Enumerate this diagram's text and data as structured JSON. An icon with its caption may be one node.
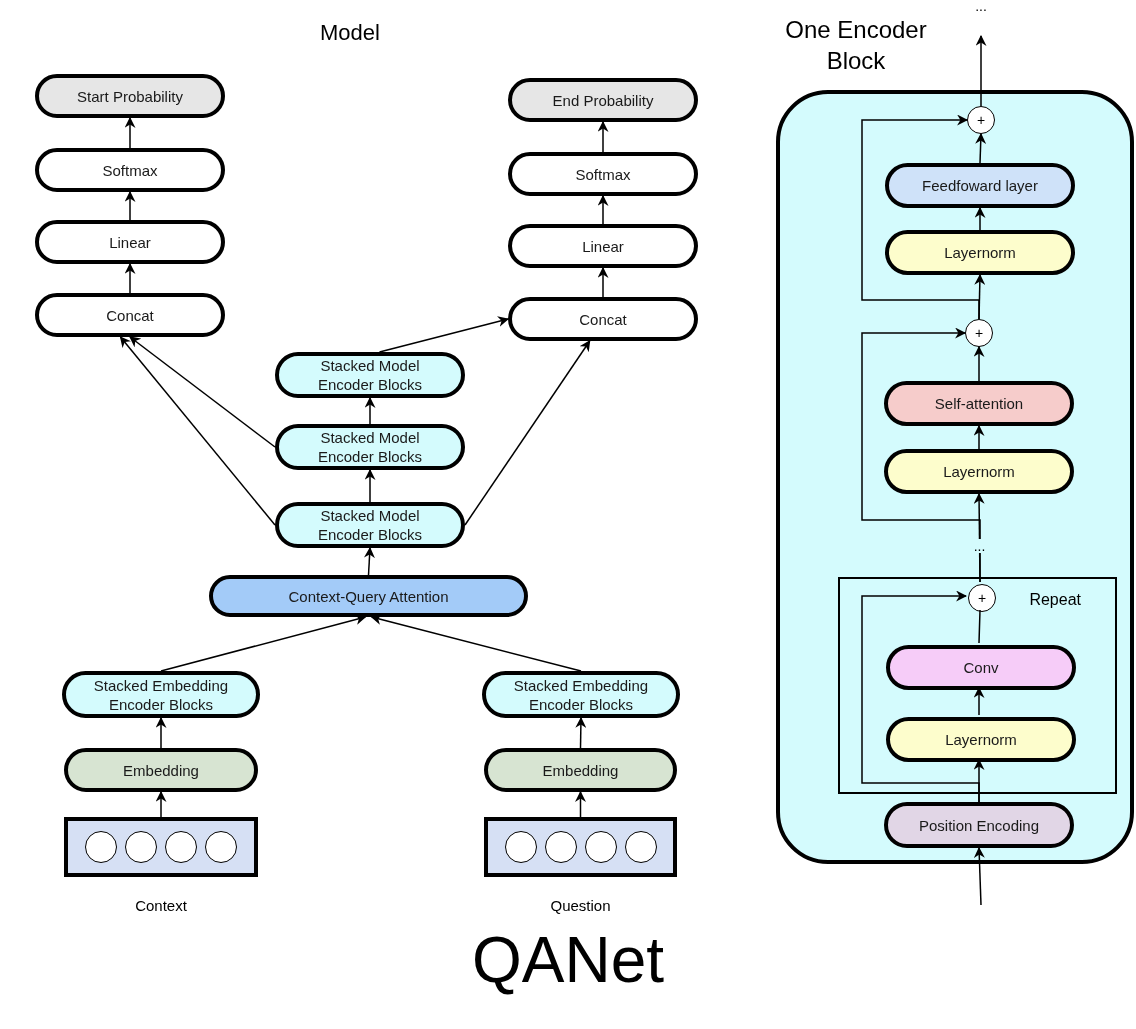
{
  "diagram": {
    "title": "Model",
    "caption": "QANet",
    "nodes": [
      {
        "text": [
          "Start Probability"
        ]
      },
      {
        "text": [
          "Softmax"
        ]
      },
      {
        "text": [
          "Linear"
        ]
      },
      {
        "text": [
          "Concat"
        ]
      },
      {
        "text": [
          "End Probability"
        ]
      },
      {
        "text": [
          "Softmax"
        ]
      },
      {
        "text": [
          "Linear"
        ]
      },
      {
        "text": [
          "Concat"
        ]
      },
      {
        "text": [
          "Stacked Model Encoder Blocks"
        ]
      },
      {
        "text": [
          "Stacked Model Encoder Blocks"
        ]
      },
      {
        "text": [
          "Stacked Model Encoder Blocks"
        ]
      },
      {
        "text": [
          "Context-Query Attention"
        ]
      },
      {
        "text": [
          "Stacked Embedding Encoder Blocks"
        ]
      },
      {
        "text": [
          "Embedding"
        ]
      },
      {
        "text": [],
        "shape": "box",
        "beside": [
          "Context"
        ]
      },
      {
        "text": [
          "Stacked Embedding Encoder Blocks"
        ]
      },
      {
        "text": [
          "Embedding"
        ]
      },
      {
        "text": [],
        "shape": "box",
        "beside": [
          "Question"
        ]
      },
      {
        "text": [
          "One Encoder Block"
        ]
      },
      {
        "text": [
          "+"
        ],
        "in": 18
      },
      {
        "text": [
          "Feedfoward layer"
        ],
        "in": 18
      },
      {
        "text": [
          "Layernorm"
        ],
        "in": 18
      },
      {
        "text": [
          "+"
        ],
        "in": 18
      },
      {
        "text": [
          "Self-attention"
        ],
        "in": 18
      },
      {
        "text": [
          "Layernorm"
        ],
        "in": 18
      },
      {
        "text": [
          "Repeat"
        ],
        "in": 18
      },
      {
        "text": [
          "+"
        ],
        "in": 25
      },
      {
        "text": [
          "Conv"
        ],
        "in": 25
      },
      {
        "text": [
          "Layernorm"
        ],
        "in": 25
      },
      {
        "text": [
          "Position Encoding"
        ],
        "in": 18
      }
    ],
    "edges": [
      {
        "from": 1,
        "to": 0,
        "arrow": "to"
      },
      {
        "from": 2,
        "to": 1,
        "arrow": "to"
      },
      {
        "from": 3,
        "to": 2,
        "arrow": "to"
      },
      {
        "from": 5,
        "to": 4,
        "arrow": "to"
      },
      {
        "from": 6,
        "to": 5,
        "arrow": "to"
      },
      {
        "from": 7,
        "to": 6,
        "arrow": "to"
      },
      {
        "from": 10,
        "to": 3,
        "arrow": "to"
      },
      {
        "from": 9,
        "to": 3,
        "arrow": "to"
      },
      {
        "from": 8,
        "to": 7,
        "arrow": "to"
      },
      {
        "from": 10,
        "to": 7,
        "arrow": "to"
      },
      {
        "from": 9,
        "to": 8,
        "arrow": "to"
      },
      {
        "from": 10,
        "to": 9,
        "arrow": "to"
      },
      {
        "from": 11,
        "to": 10,
        "arrow": "to"
      },
      {
        "from": 12,
        "to": 11,
        "arrow": "to"
      },
      {
        "from": 15,
        "to": 11,
        "arrow": "to"
      },
      {
        "from": 13,
        "to": 12,
        "arrow": "to"
      },
      {
        "from": 16,
        "to": 15,
        "arrow": "to"
      },
      {
        "from": 14,
        "to": 13,
        "arrow": "to"
      },
      {
        "from": 17,
        "to": 16,
        "arrow": "to"
      },
      {
        "from": null,
        "to": 29,
        "arrow": "to"
      },
      {
        "from": 29,
        "to": 28,
        "arrow": "to"
      },
      {
        "from": 29,
        "to": 26,
        "arrow": "to"
      },
      {
        "from": 28,
        "to": 27,
        "arrow": "to"
      },
      {
        "from": 27,
        "to": 26,
        "arrow": "none"
      },
      {
        "from": 26,
        "to": 24,
        "arrow": "to",
        "label": "..."
      },
      {
        "from": 24,
        "to": 23,
        "arrow": "to"
      },
      {
        "from": 23,
        "to": 22,
        "arrow": "to"
      },
      {
        "from": 26,
        "to": 22,
        "arrow": "to"
      },
      {
        "from": 22,
        "to": 21,
        "arrow": "to"
      },
      {
        "from": 21,
        "to": 20,
        "arrow": "to"
      },
      {
        "from": 20,
        "to": 19,
        "arrow": "to"
      },
      {
        "from": 22,
        "to": 19,
        "arrow": "to"
      },
      {
        "from": 19,
        "to": null,
        "arrow": "to"
      }
    ],
    "labels": [
      "..."
    ]
  }
}
